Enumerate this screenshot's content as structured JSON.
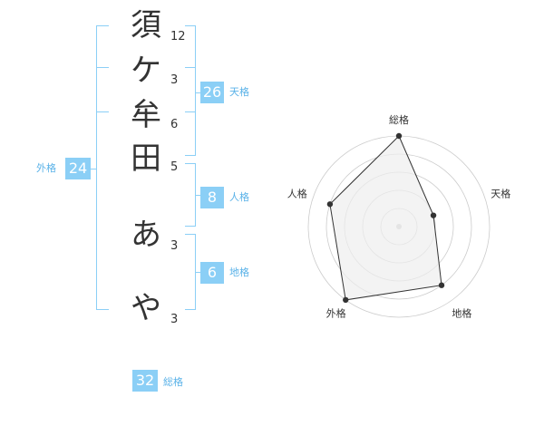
{
  "name_chars": [
    {
      "char": "須",
      "strokes": "12"
    },
    {
      "char": "ケ",
      "strokes": "3"
    },
    {
      "char": "牟",
      "strokes": "6"
    },
    {
      "char": "田",
      "strokes": "5"
    },
    {
      "char": "あ",
      "strokes": "3"
    },
    {
      "char": "や",
      "strokes": "3"
    }
  ],
  "fortune": {
    "tenkaku": {
      "value": "26",
      "label": "天格"
    },
    "jinkaku": {
      "value": "8",
      "label": "人格"
    },
    "chikaku": {
      "value": "6",
      "label": "地格"
    },
    "gaikaku": {
      "value": "24",
      "label": "外格"
    },
    "soukaku": {
      "value": "32",
      "label": "総格"
    }
  },
  "radar": {
    "labels": [
      "総格",
      "天格",
      "地格",
      "外格",
      "人格"
    ],
    "levels": 5,
    "values": [
      5,
      2,
      4,
      5,
      4
    ],
    "colors": {
      "fill": "#eeeeee",
      "stroke": "#333333",
      "grid": "#cccccc"
    }
  }
}
